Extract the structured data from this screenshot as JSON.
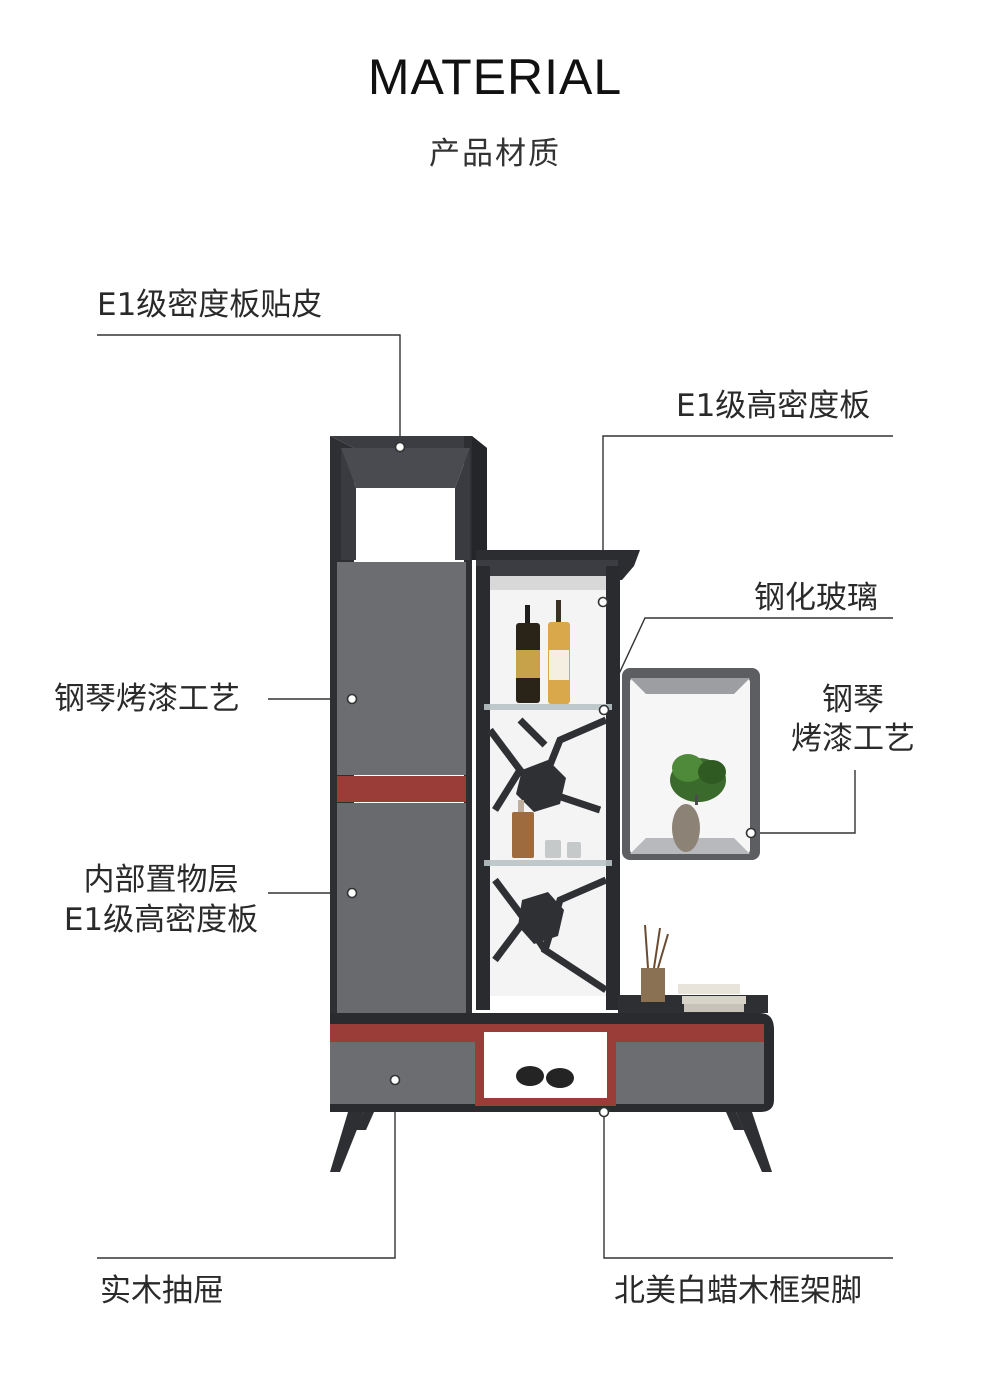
{
  "header": {
    "title": "MATERIAL",
    "subtitle": "产品材质"
  },
  "callouts": {
    "top_left": "E1级密度板贴皮",
    "top_right": "E1级高密度板",
    "glass": "钢化玻璃",
    "lacquer_left": "钢琴烤漆工艺",
    "lacquer_right_line1": "钢琴",
    "lacquer_right_line2": "烤漆工艺",
    "inner_line1": "内部置物层",
    "inner_line2": "E1级高密度板",
    "drawer": "实木抽屉",
    "legs": "北美白蜡木框架脚"
  },
  "colors": {
    "frame_dark": "#2e2f33",
    "panel_gray": "#6b6d71",
    "accent_red": "#9a3c38",
    "line": "#333333"
  }
}
